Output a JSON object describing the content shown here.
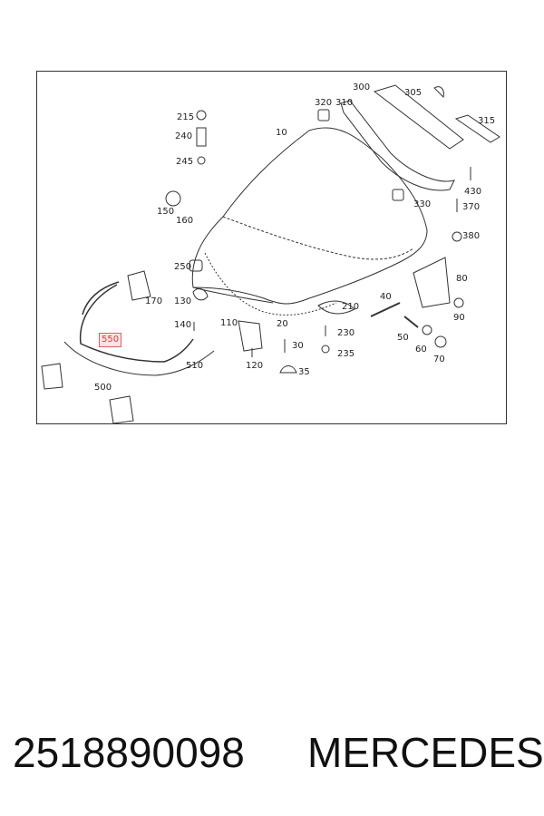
{
  "labels": {
    "l10": "10",
    "l20": "20",
    "l30": "30",
    "l35": "35",
    "l40": "40",
    "l50": "50",
    "l60": "60",
    "l70": "70",
    "l80": "80",
    "l90": "90",
    "l110": "110",
    "l120": "120",
    "l130": "130",
    "l140": "140",
    "l150": "150",
    "l160": "160",
    "l170": "170",
    "l210": "210",
    "l215": "215",
    "l230": "230",
    "l235": "235",
    "l240": "240",
    "l245": "245",
    "l250": "250",
    "l300": "300",
    "l305": "305",
    "l310": "310",
    "l315": "315",
    "l320": "320",
    "l330": "330",
    "l370": "370",
    "l380": "380",
    "l430": "430",
    "l500": "500",
    "l510": "510"
  },
  "highlight": {
    "label": "550"
  },
  "footer": {
    "part_number": "2518890098",
    "brand": "MERCEDES"
  },
  "colors": {
    "line": "#333333",
    "highlight_border": "#e06060",
    "highlight_fill": "#fbe3e3"
  }
}
